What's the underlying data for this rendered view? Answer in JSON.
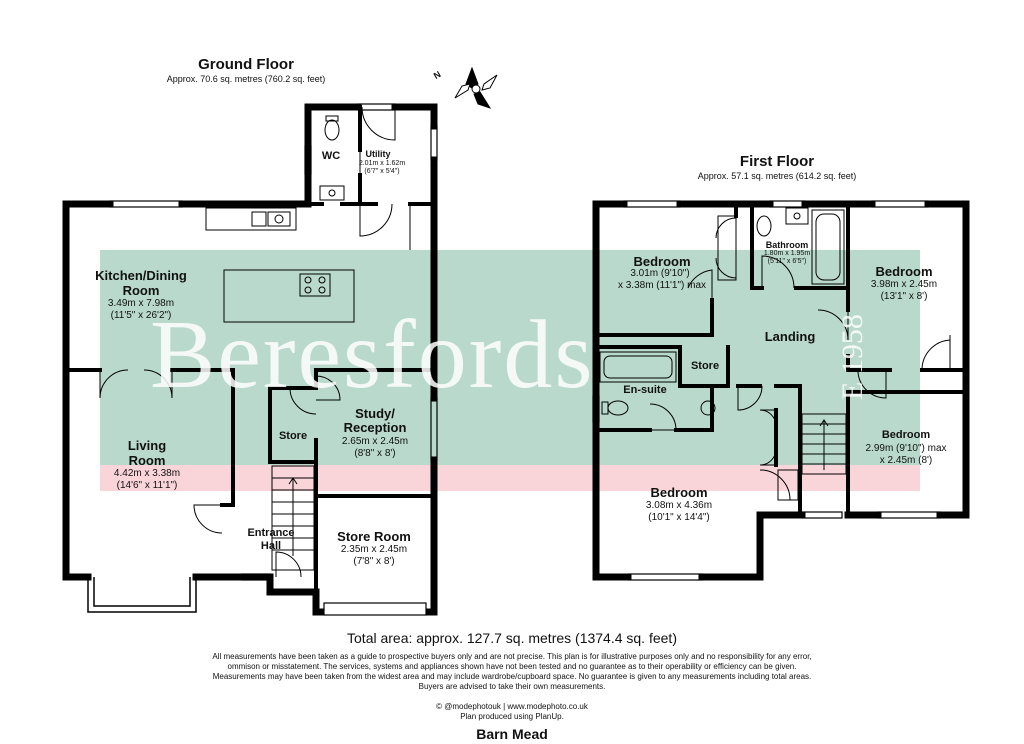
{
  "watermark": {
    "brand": "Beresfords",
    "brand_color": "#b9d9cd",
    "band_color": "#f9d5da",
    "year_tag": "E 1958"
  },
  "ground_floor": {
    "title": "Ground Floor",
    "area": "Approx. 70.6 sq. metres (760.2 sq. feet)",
    "rooms": {
      "kitchen": {
        "name_1": "Kitchen/Dining",
        "name_2": "Room",
        "dims_m": "3.49m x 7.98m",
        "dims_ft": "(11'5\" x 26'2\")"
      },
      "living": {
        "name_1": "Living",
        "name_2": "Room",
        "dims_m": "4.42m x 3.38m",
        "dims_ft": "(14'6\" x 11'1\")"
      },
      "study": {
        "name_1": "Study/",
        "name_2": "Reception",
        "dims_m": "2.65m x 2.45m",
        "dims_ft": "(8'8\" x 8')"
      },
      "store_room": {
        "name": "Store Room",
        "dims_m": "2.35m x 2.45m",
        "dims_ft": "(7'8\" x 8')"
      },
      "store": {
        "name": "Store"
      },
      "entrance": {
        "name_1": "Entrance",
        "name_2": "Hall"
      },
      "wc": {
        "name": "WC"
      },
      "utility": {
        "name": "Utility",
        "dims_m": "2.01m x 1.62m",
        "dims_ft": "(6'7\" x 5'4\")"
      }
    }
  },
  "first_floor": {
    "title": "First Floor",
    "area": "Approx. 57.1 sq. metres (614.2 sq. feet)",
    "rooms": {
      "bed_a": {
        "name": "Bedroom",
        "dims_m": "3.01m (9'10\")",
        "dims_ft": "x 3.38m (11'1\") max"
      },
      "bathroom": {
        "name": "Bathroom",
        "dims_m": "1.80m x 1.95m",
        "dims_ft": "(5'11\" x 6'5\")"
      },
      "bed_b": {
        "name": "Bedroom",
        "dims_m": "3.98m x 2.45m",
        "dims_ft": "(13'1\" x 8')"
      },
      "landing": {
        "name": "Landing"
      },
      "store": {
        "name": "Store"
      },
      "ensuite": {
        "name": "En-suite"
      },
      "bed_c": {
        "name": "Bedroom",
        "dims_m": "2.99m (9'10\") max",
        "dims_ft": "x 2.45m (8')"
      },
      "bed_d": {
        "name": "Bedroom",
        "dims_m": "3.08m x 4.36m",
        "dims_ft": "(10'1\" x 14'4\")"
      }
    }
  },
  "compass": {
    "label": "N"
  },
  "total_area": "Total area: approx. 127.7 sq. metres (1374.4 sq. feet)",
  "disclaimer": [
    "All measurements have been taken as a guide to prospective buyers only and are not precise. This plan is for illustrative purposes only and no responsibility for any error,",
    "ommison or misstatement. The services, systems and appliances shown have not been tested and no guarantee as to their operability or efficiency can be given.",
    "Measurements may have been taken from the widest area and may include wardrobe/cupboard space. No guarantee is given to any measurements including total areas.",
    "Buyers are advised to take their own measurements."
  ],
  "credit": {
    "line1": "© @modephotouk | www.modephoto.co.uk",
    "line2": "Plan produced using PlanUp."
  },
  "property_name": "Barn Mead"
}
